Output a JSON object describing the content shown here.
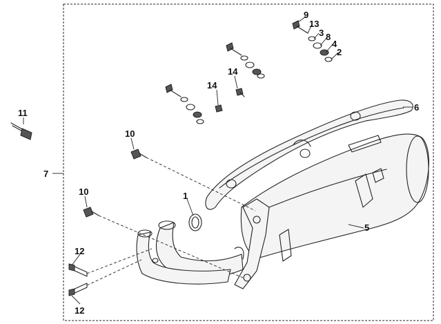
{
  "callouts": {
    "c1": "1",
    "c2": "2",
    "c3": "3",
    "c4": "4",
    "c5": "5",
    "c6": "6",
    "c7": "7",
    "c8": "8",
    "c9": "9",
    "c10a": "10",
    "c10b": "10",
    "c11": "11",
    "c12a": "12",
    "c12b": "12",
    "c13": "13",
    "c14a": "14",
    "c14b": "14"
  }
}
